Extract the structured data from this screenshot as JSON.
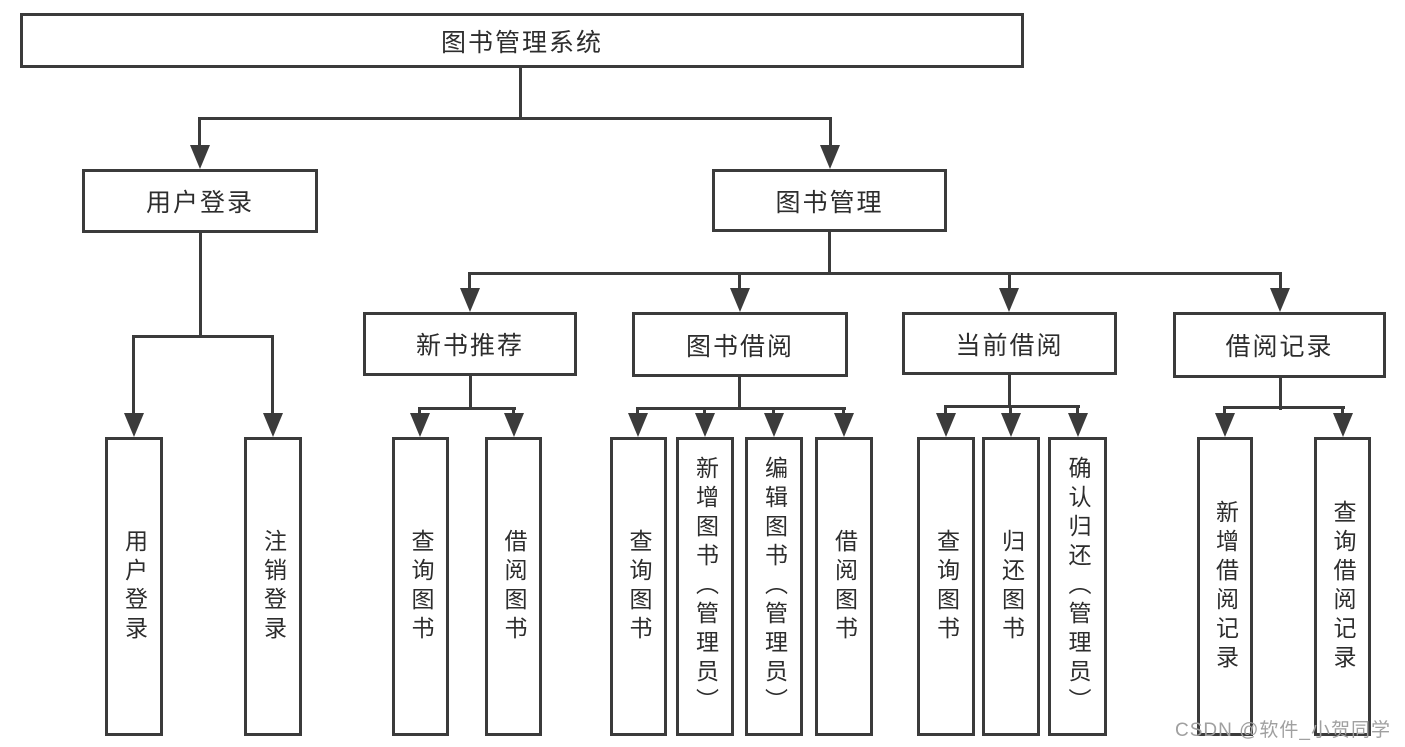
{
  "tree": {
    "root": {
      "label": "图书管理系统",
      "children": [
        {
          "label": "用户登录",
          "children": [
            {
              "label": "用户登录"
            },
            {
              "label": "注销登录"
            }
          ]
        },
        {
          "label": "图书管理",
          "children": [
            {
              "label": "新书推荐",
              "children": [
                {
                  "label": "查询图书"
                },
                {
                  "label": "借阅图书"
                }
              ]
            },
            {
              "label": "图书借阅",
              "children": [
                {
                  "label": "查询图书"
                },
                {
                  "label": "新增图书（管理员）"
                },
                {
                  "label": "编辑图书（管理员）"
                },
                {
                  "label": "借阅图书"
                }
              ]
            },
            {
              "label": "当前借阅",
              "children": [
                {
                  "label": "查询图书"
                },
                {
                  "label": "归还图书"
                },
                {
                  "label": "确认归还（管理员）"
                }
              ]
            },
            {
              "label": "借阅记录",
              "children": [
                {
                  "label": "新增借阅记录"
                },
                {
                  "label": "查询借阅记录"
                }
              ]
            }
          ]
        }
      ]
    }
  },
  "watermark": {
    "text": "CSDN @软件_小贺同学"
  },
  "colors": {
    "line": "#3b3b3b",
    "text": "#2d2d2d",
    "watermark": "#a0a0a0",
    "background": "#ffffff"
  }
}
